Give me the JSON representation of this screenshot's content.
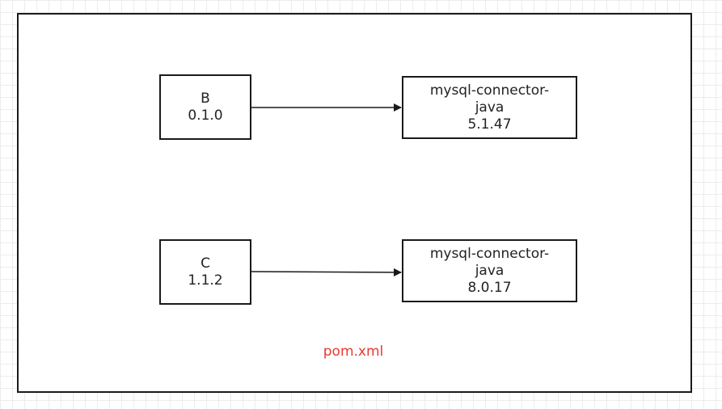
{
  "nodes": {
    "b": {
      "lines": [
        "B",
        "0.1.0"
      ]
    },
    "mysql_a": {
      "lines": [
        "mysql-connector-",
        "java",
        "5.1.47"
      ]
    },
    "c": {
      "lines": [
        "C",
        "1.1.2"
      ]
    },
    "mysql_b": {
      "lines": [
        "mysql-connector-",
        "java",
        "8.0.17"
      ]
    }
  },
  "edges": [
    {
      "from": "B 0.1.0",
      "to": "mysql-connector-java 5.1.47"
    },
    {
      "from": "C 1.1.2",
      "to": "mysql-connector-java 8.0.17"
    }
  ],
  "caption": {
    "text": "pom.xml",
    "color": "#e8392f"
  },
  "colors": {
    "stroke": "#1a1a1a",
    "grid": "#ececec",
    "text": "#222222"
  }
}
